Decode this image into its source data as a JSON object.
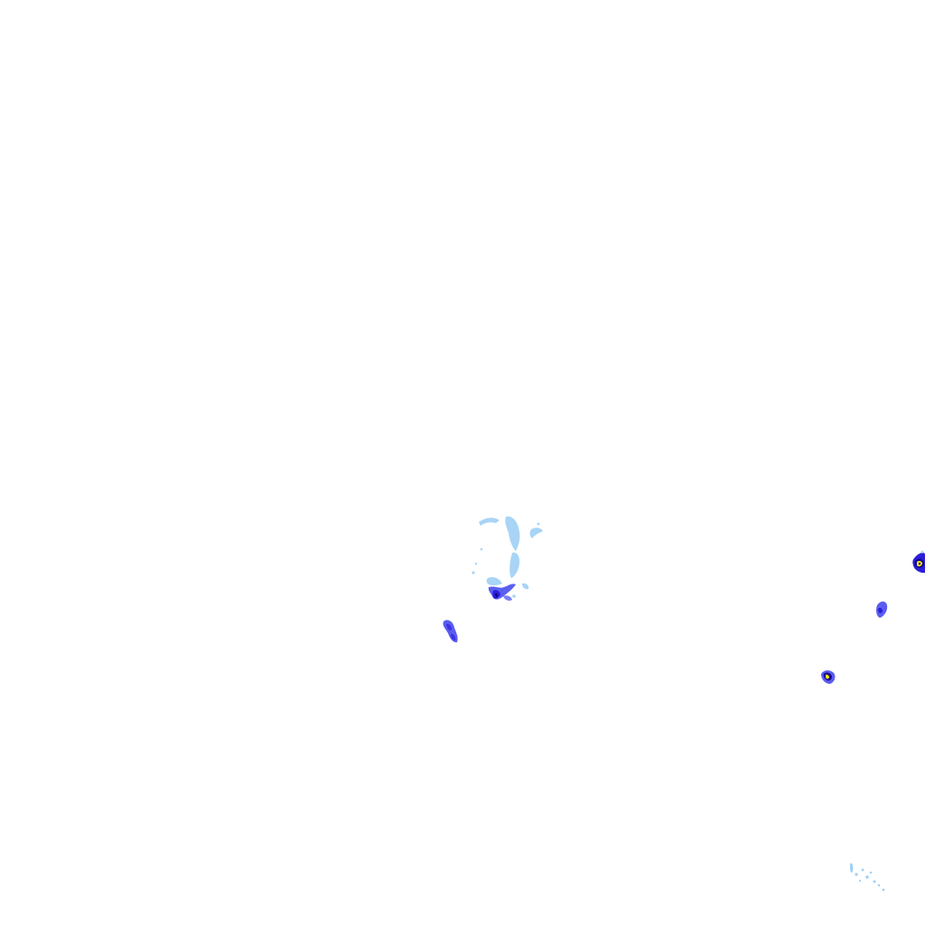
{
  "layer": {
    "background": "#ffffff",
    "palette": {
      "light": "#9fd0f5",
      "faint": "#c9e6fb",
      "medium": "#5a5cf0",
      "strong": "#2b1ee0",
      "dark": "#140c8a",
      "peak": "#ffe81a"
    }
  },
  "echoes": [
    {
      "name": "central-cluster",
      "intensity": "medium-with-light-halo"
    },
    {
      "name": "west-cell",
      "intensity": "medium"
    },
    {
      "name": "east-edge-cell",
      "intensity": "peak"
    },
    {
      "name": "east-cell",
      "intensity": "medium"
    },
    {
      "name": "southeast-cell",
      "intensity": "peak"
    },
    {
      "name": "south-east-specks",
      "intensity": "light"
    }
  ]
}
